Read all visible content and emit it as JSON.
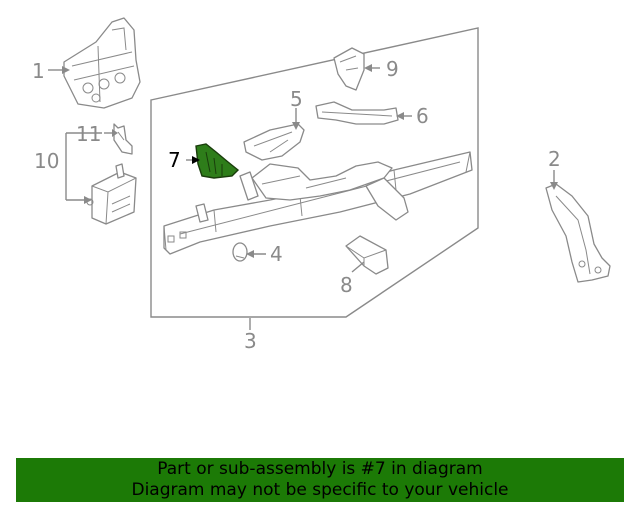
{
  "diagram": {
    "callouts": {
      "c1": "1",
      "c2": "2",
      "c3": "3",
      "c4": "4",
      "c5": "5",
      "c6": "6",
      "c7": "7",
      "c8": "8",
      "c9": "9",
      "c10": "10",
      "c11": "11"
    },
    "highlighted_part": "7",
    "highlight_color": "#2e7d1a"
  },
  "banner": {
    "line1": "Part or sub-assembly is #7 in diagram",
    "line2": "Diagram may not be specific to your vehicle",
    "background_color": "#1c7a06"
  }
}
